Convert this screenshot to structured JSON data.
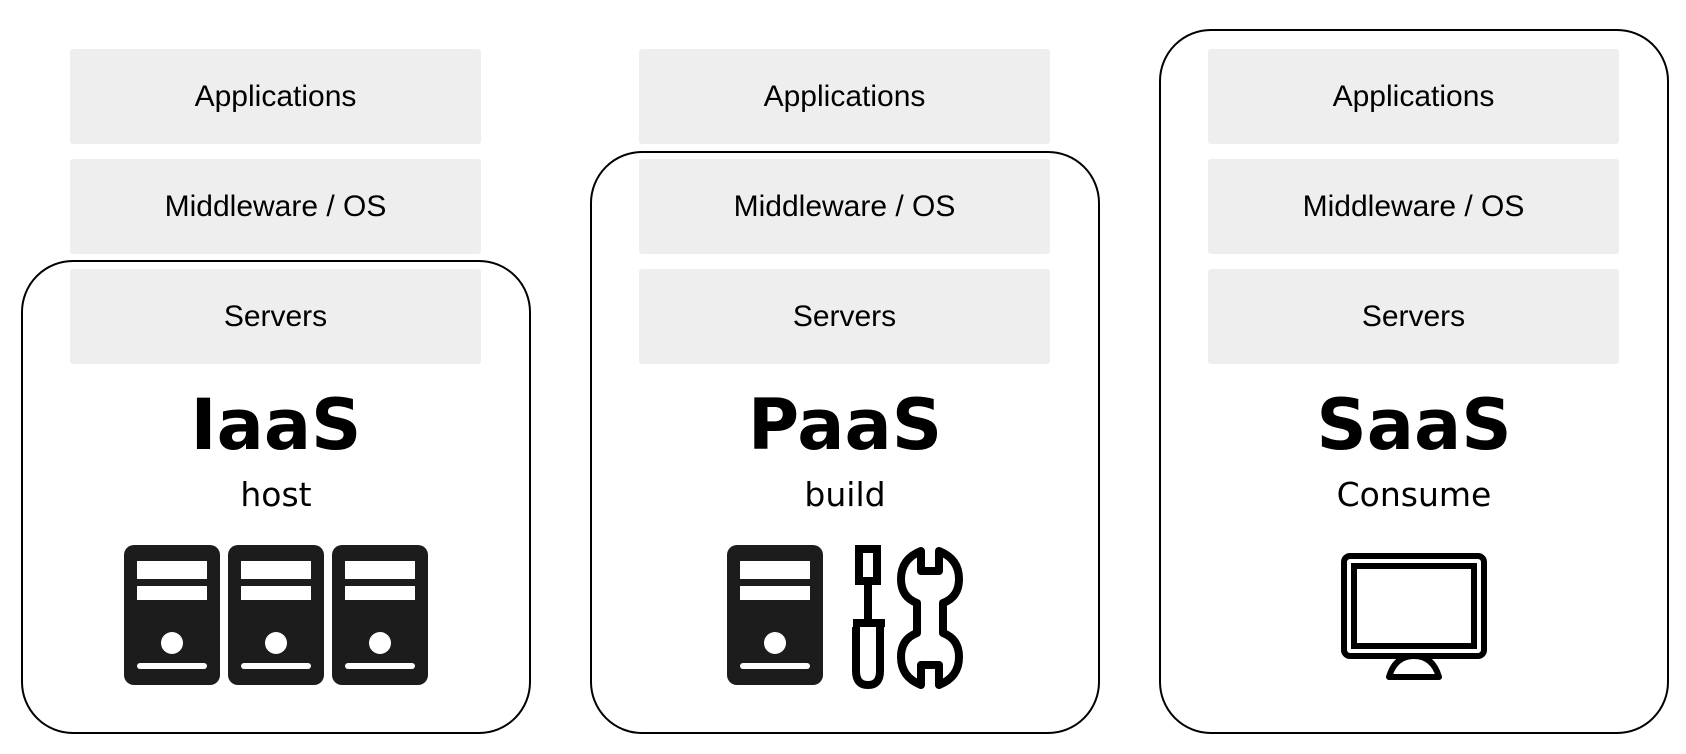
{
  "layers": {
    "applications": "Applications",
    "middleware": "Middleware / OS",
    "servers": "Servers"
  },
  "models": [
    {
      "name": "IaaS",
      "verb": "host",
      "icons": [
        "server-icon",
        "server-icon",
        "server-icon"
      ]
    },
    {
      "name": "PaaS",
      "verb": "build",
      "icons": [
        "server-icon",
        "tools-icon"
      ]
    },
    {
      "name": "SaaS",
      "verb": "Consume",
      "icons": [
        "monitor-icon"
      ]
    }
  ],
  "colors": {
    "layer_fill": "#eeeeee",
    "icon_fill": "#1c1c1c",
    "outline": "#000000"
  }
}
